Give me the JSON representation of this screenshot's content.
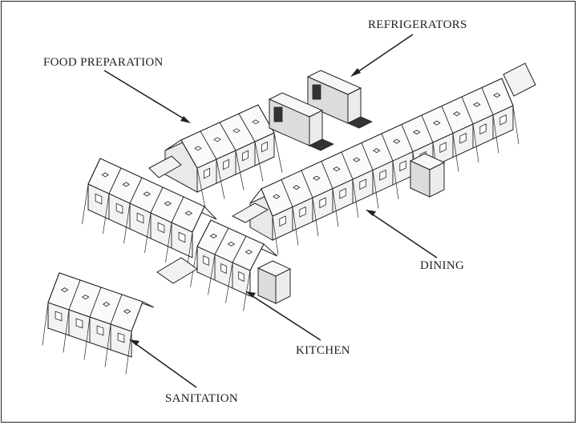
{
  "labels": {
    "refrigerators": "REFRIGERATORS",
    "food_preparation": "FOOD PREPARATION",
    "dining": "DINING",
    "kitchen": "KITCHEN",
    "sanitation": "SANITATION"
  },
  "colors": {
    "line": "#222222",
    "background": "#ffffff"
  }
}
